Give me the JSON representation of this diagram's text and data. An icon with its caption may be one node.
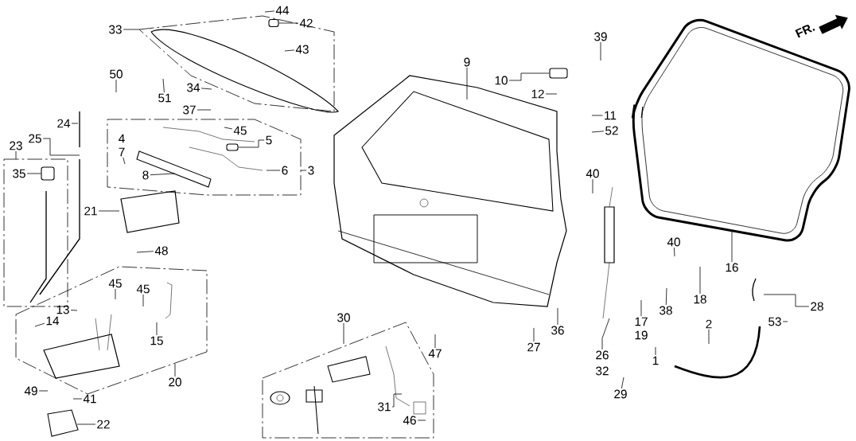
{
  "diagram": {
    "nodes": [
      {
        "text": [
          "33"
        ]
      },
      {
        "text": [
          "44"
        ]
      },
      {
        "text": [
          "42"
        ]
      },
      {
        "text": [
          "43"
        ]
      },
      {
        "text": [
          "50"
        ]
      },
      {
        "text": [
          "51"
        ]
      },
      {
        "text": [
          "34"
        ]
      },
      {
        "text": [
          "37"
        ]
      },
      {
        "text": [
          "24"
        ]
      },
      {
        "text": [
          "25"
        ]
      },
      {
        "text": [
          "23"
        ]
      },
      {
        "text": [
          "4"
        ]
      },
      {
        "text": [
          "7"
        ]
      },
      {
        "text": [
          "45"
        ]
      },
      {
        "text": [
          "5"
        ]
      },
      {
        "text": [
          "6"
        ]
      },
      {
        "text": [
          "3"
        ]
      },
      {
        "text": [
          "8"
        ]
      },
      {
        "text": [
          "35"
        ]
      },
      {
        "text": [
          "21"
        ]
      },
      {
        "text": [
          "48"
        ]
      },
      {
        "text": [
          "45"
        ]
      },
      {
        "text": [
          "45"
        ]
      },
      {
        "text": [
          "13"
        ]
      },
      {
        "text": [
          "14"
        ]
      },
      {
        "text": [
          "15"
        ]
      },
      {
        "text": [
          "20"
        ]
      },
      {
        "text": [
          "49"
        ]
      },
      {
        "text": [
          "41"
        ]
      },
      {
        "text": [
          "22"
        ]
      },
      {
        "text": [
          "9"
        ]
      },
      {
        "text": [
          "10"
        ]
      },
      {
        "text": [
          "12"
        ]
      },
      {
        "text": [
          "11"
        ]
      },
      {
        "text": [
          "52"
        ]
      },
      {
        "text": [
          "39"
        ]
      },
      {
        "text": [
          "40"
        ]
      },
      {
        "text": [
          "40"
        ]
      },
      {
        "text": [
          "18"
        ]
      },
      {
        "text": [
          "16"
        ]
      },
      {
        "text": [
          "17"
        ]
      },
      {
        "text": [
          "19"
        ]
      },
      {
        "text": [
          "38"
        ]
      },
      {
        "text": [
          "28"
        ]
      },
      {
        "text": [
          "53"
        ]
      },
      {
        "text": [
          "2"
        ]
      },
      {
        "text": [
          "1"
        ]
      },
      {
        "text": [
          "29"
        ]
      },
      {
        "text": [
          "26"
        ]
      },
      {
        "text": [
          "32"
        ]
      },
      {
        "text": [
          "27"
        ]
      },
      {
        "text": [
          "36"
        ]
      },
      {
        "text": [
          "47"
        ]
      },
      {
        "text": [
          "30"
        ]
      },
      {
        "text": [
          "31"
        ]
      },
      {
        "text": [
          "46"
        ]
      },
      {
        "text": [],
        "shape": "box"
      },
      {
        "text": [],
        "shape": "box"
      },
      {
        "text": [],
        "shape": "box"
      },
      {
        "text": [],
        "shape": "box"
      }
    ],
    "edges": [
      {
        "from": 0,
        "to": null,
        "arrow": "none"
      },
      {
        "from": 1,
        "to": null,
        "arrow": "none"
      },
      {
        "from": 2,
        "to": 56,
        "arrow": "none"
      },
      {
        "from": 3,
        "to": null,
        "arrow": "none"
      },
      {
        "from": 4,
        "to": null,
        "arrow": "none"
      },
      {
        "from": 5,
        "to": null,
        "arrow": "none"
      },
      {
        "from": 6,
        "to": null,
        "arrow": "none"
      },
      {
        "from": 7,
        "to": null,
        "arrow": "none"
      },
      {
        "from": 8,
        "to": null,
        "arrow": "none"
      },
      {
        "from": 9,
        "to": null,
        "arrow": "none"
      },
      {
        "from": 10,
        "to": null,
        "arrow": "none"
      },
      {
        "from": 12,
        "to": null,
        "arrow": "none"
      },
      {
        "from": 13,
        "to": null,
        "arrow": "none"
      },
      {
        "from": 14,
        "to": 57,
        "arrow": "none"
      },
      {
        "from": 15,
        "to": null,
        "arrow": "none"
      },
      {
        "from": 16,
        "to": null,
        "arrow": "none"
      },
      {
        "from": 17,
        "to": null,
        "arrow": "none"
      },
      {
        "from": 18,
        "to": 59,
        "arrow": "none"
      },
      {
        "from": 19,
        "to": null,
        "arrow": "none"
      },
      {
        "from": 20,
        "to": null,
        "arrow": "none"
      },
      {
        "from": 21,
        "to": null,
        "arrow": "none"
      },
      {
        "from": 22,
        "to": null,
        "arrow": "none"
      },
      {
        "from": 23,
        "to": null,
        "arrow": "none"
      },
      {
        "from": 24,
        "to": null,
        "arrow": "none"
      },
      {
        "from": 25,
        "to": null,
        "arrow": "none"
      },
      {
        "from": 26,
        "to": null,
        "arrow": "none"
      },
      {
        "from": 27,
        "to": null,
        "arrow": "none"
      },
      {
        "from": 28,
        "to": null,
        "arrow": "none"
      },
      {
        "from": 29,
        "to": null,
        "arrow": "none"
      },
      {
        "from": 30,
        "to": null,
        "arrow": "none"
      },
      {
        "from": 31,
        "to": 58,
        "arrow": "none"
      },
      {
        "from": 32,
        "to": null,
        "arrow": "none"
      },
      {
        "from": 33,
        "to": null,
        "arrow": "none"
      },
      {
        "from": 34,
        "to": null,
        "arrow": "none"
      },
      {
        "from": 35,
        "to": null,
        "arrow": "none"
      },
      {
        "from": 36,
        "to": null,
        "arrow": "none"
      },
      {
        "from": 37,
        "to": null,
        "arrow": "none"
      },
      {
        "from": 38,
        "to": null,
        "arrow": "none"
      },
      {
        "from": 39,
        "to": null,
        "arrow": "none"
      },
      {
        "from": 40,
        "to": null,
        "arrow": "none"
      },
      {
        "from": 42,
        "to": null,
        "arrow": "none"
      },
      {
        "from": 43,
        "to": null,
        "arrow": "none"
      },
      {
        "from": 44,
        "to": null,
        "arrow": "none"
      },
      {
        "from": 45,
        "to": null,
        "arrow": "none"
      },
      {
        "from": 46,
        "to": null,
        "arrow": "none"
      },
      {
        "from": 47,
        "to": null,
        "arrow": "none"
      },
      {
        "from": 48,
        "to": null,
        "arrow": "none"
      },
      {
        "from": 50,
        "to": null,
        "arrow": "none"
      },
      {
        "from": 51,
        "to": null,
        "arrow": "none"
      },
      {
        "from": 52,
        "to": null,
        "arrow": "none"
      },
      {
        "from": 53,
        "to": null,
        "arrow": "none"
      },
      {
        "from": 54,
        "to": null,
        "arrow": "none"
      },
      {
        "from": 55,
        "to": null,
        "arrow": "none"
      }
    ],
    "labels": [
      "FR."
    ]
  }
}
